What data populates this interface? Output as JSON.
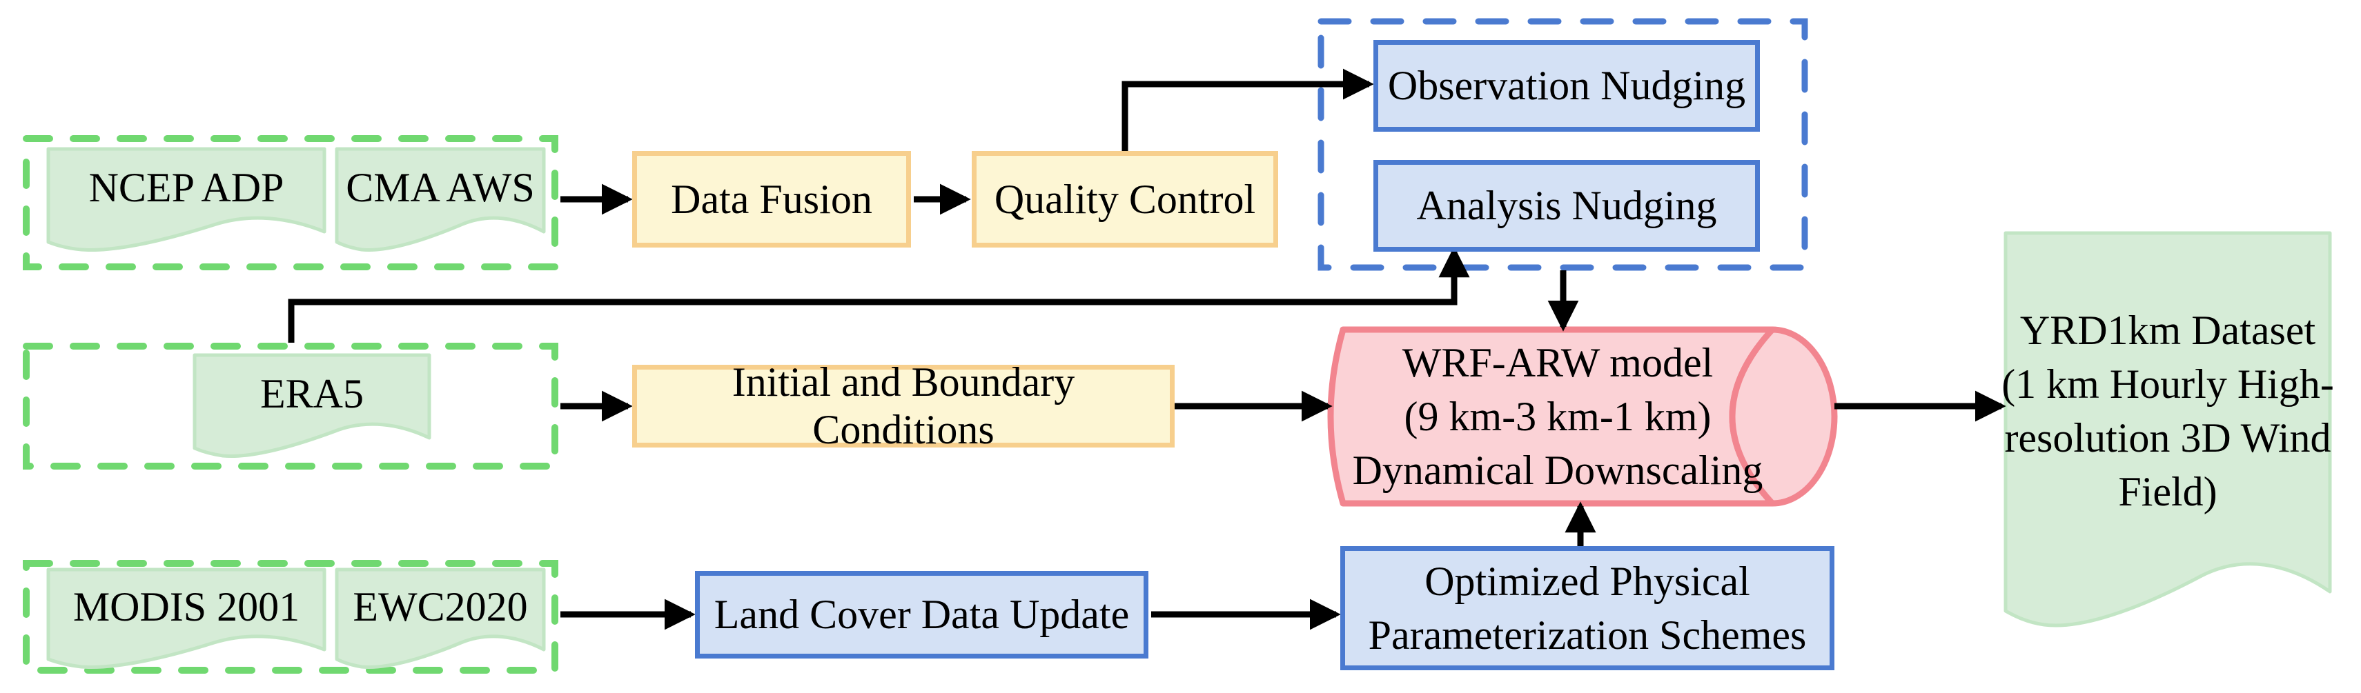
{
  "figure": {
    "type": "flowchart",
    "background": "#ffffff",
    "colors": {
      "source_group_dash": "#70d870",
      "source_doc_fill": "#d6ecd7",
      "source_doc_stroke": "#c2e5c4",
      "process_yellow_fill": "#fdf6d4",
      "process_yellow_border": "#f7cf8d",
      "process_blue_fill": "#d4e1f5",
      "process_blue_border": "#4a7ad0",
      "nudging_group_dash": "#4a7ad0",
      "model_cylinder_fill": "#fbd2d6",
      "model_cylinder_border": "#f2858f",
      "arrow": "#000000"
    }
  },
  "nodes": {
    "ncep": {
      "label": "NCEP ADP"
    },
    "cma": {
      "label": "CMA AWS"
    },
    "data_fusion": {
      "label": "Data Fusion"
    },
    "quality_control": {
      "label": "Quality Control"
    },
    "observation_nudging": {
      "label": "Observation Nudging"
    },
    "analysis_nudging": {
      "label": "Analysis Nudging"
    },
    "era5": {
      "label": "ERA5"
    },
    "initial_boundary": {
      "label": "Initial and Boundary Conditions"
    },
    "wrf": {
      "line1": "WRF-ARW model",
      "line2": "(9 km-3 km-1 km)",
      "line3": "Dynamical Downscaling"
    },
    "yrd": {
      "line1": "YRD1km Dataset",
      "line2": "(1 km Hourly High-",
      "line3": "resolution 3D Wind",
      "line4": "Field)"
    },
    "modis": {
      "label": "MODIS 2001"
    },
    "ewc": {
      "label": "EWC2020"
    },
    "land_cover": {
      "label": "Land Cover Data Update"
    },
    "optimized_physics": {
      "line1": "Optimized Physical",
      "line2": "Parameterization Schemes"
    }
  }
}
